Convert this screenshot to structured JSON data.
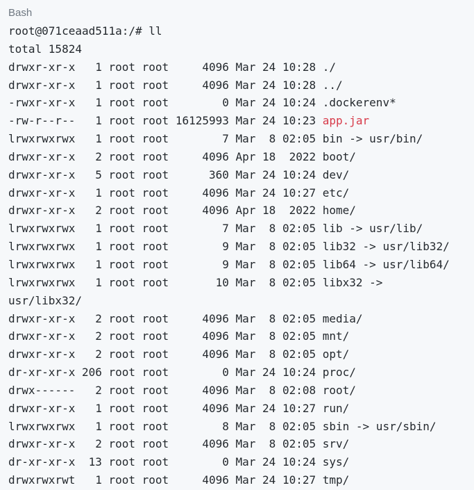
{
  "code_block": {
    "language_label": "Bash",
    "colors": {
      "background": "#f6f8fa",
      "text": "#24292e",
      "label_text": "#6e7781",
      "highlight_text": "#d73a49"
    },
    "lines": [
      {
        "text": "root@071ceaad511a:/# ll"
      },
      {
        "text": "total 15824"
      },
      {
        "text": "drwxr-xr-x   1 root root     4096 Mar 24 10:28 ./"
      },
      {
        "text": "drwxr-xr-x   1 root root     4096 Mar 24 10:28 ../"
      },
      {
        "text": "-rwxr-xr-x   1 root root        0 Mar 24 10:24 .dockerenv*"
      },
      {
        "prefix": "-rw-r--r--   1 root root 16125993 Mar 24 10:23 ",
        "highlight": "app.jar"
      },
      {
        "text": "lrwxrwxrwx   1 root root        7 Mar  8 02:05 bin -> usr/bin/"
      },
      {
        "text": "drwxr-xr-x   2 root root     4096 Apr 18  2022 boot/"
      },
      {
        "text": "drwxr-xr-x   5 root root      360 Mar 24 10:24 dev/"
      },
      {
        "text": "drwxr-xr-x   1 root root     4096 Mar 24 10:27 etc/"
      },
      {
        "text": "drwxr-xr-x   2 root root     4096 Apr 18  2022 home/"
      },
      {
        "text": "lrwxrwxrwx   1 root root        7 Mar  8 02:05 lib -> usr/lib/"
      },
      {
        "text": "lrwxrwxrwx   1 root root        9 Mar  8 02:05 lib32 -> usr/lib32/"
      },
      {
        "text": "lrwxrwxrwx   1 root root        9 Mar  8 02:05 lib64 -> usr/lib64/"
      },
      {
        "text": "lrwxrwxrwx   1 root root       10 Mar  8 02:05 libx32 ->"
      },
      {
        "text": "usr/libx32/"
      },
      {
        "text": "drwxr-xr-x   2 root root     4096 Mar  8 02:05 media/"
      },
      {
        "text": "drwxr-xr-x   2 root root     4096 Mar  8 02:05 mnt/"
      },
      {
        "text": "drwxr-xr-x   2 root root     4096 Mar  8 02:05 opt/"
      },
      {
        "text": "dr-xr-xr-x 206 root root        0 Mar 24 10:24 proc/"
      },
      {
        "text": "drwx------   2 root root     4096 Mar  8 02:08 root/"
      },
      {
        "text": "drwxr-xr-x   1 root root     4096 Mar 24 10:27 run/"
      },
      {
        "text": "lrwxrwxrwx   1 root root        8 Mar  8 02:05 sbin -> usr/sbin/"
      },
      {
        "text": "drwxr-xr-x   2 root root     4096 Mar  8 02:05 srv/"
      },
      {
        "text": "dr-xr-xr-x  13 root root        0 Mar 24 10:24 sys/"
      },
      {
        "text": "drwxrwxrwt   1 root root     4096 Mar 24 10:27 tmp/"
      }
    ]
  }
}
